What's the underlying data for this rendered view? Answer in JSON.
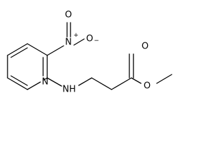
{
  "molecule": {
    "atoms": {
      "ring_n": "N",
      "nitro_n": "N",
      "nitro_n_charge": "+",
      "nitro_o_double": "O",
      "nitro_o_single": "O",
      "nitro_o_single_charge": "−",
      "amine": "NH",
      "carbonyl_o": "O",
      "ester_o": "O"
    }
  }
}
